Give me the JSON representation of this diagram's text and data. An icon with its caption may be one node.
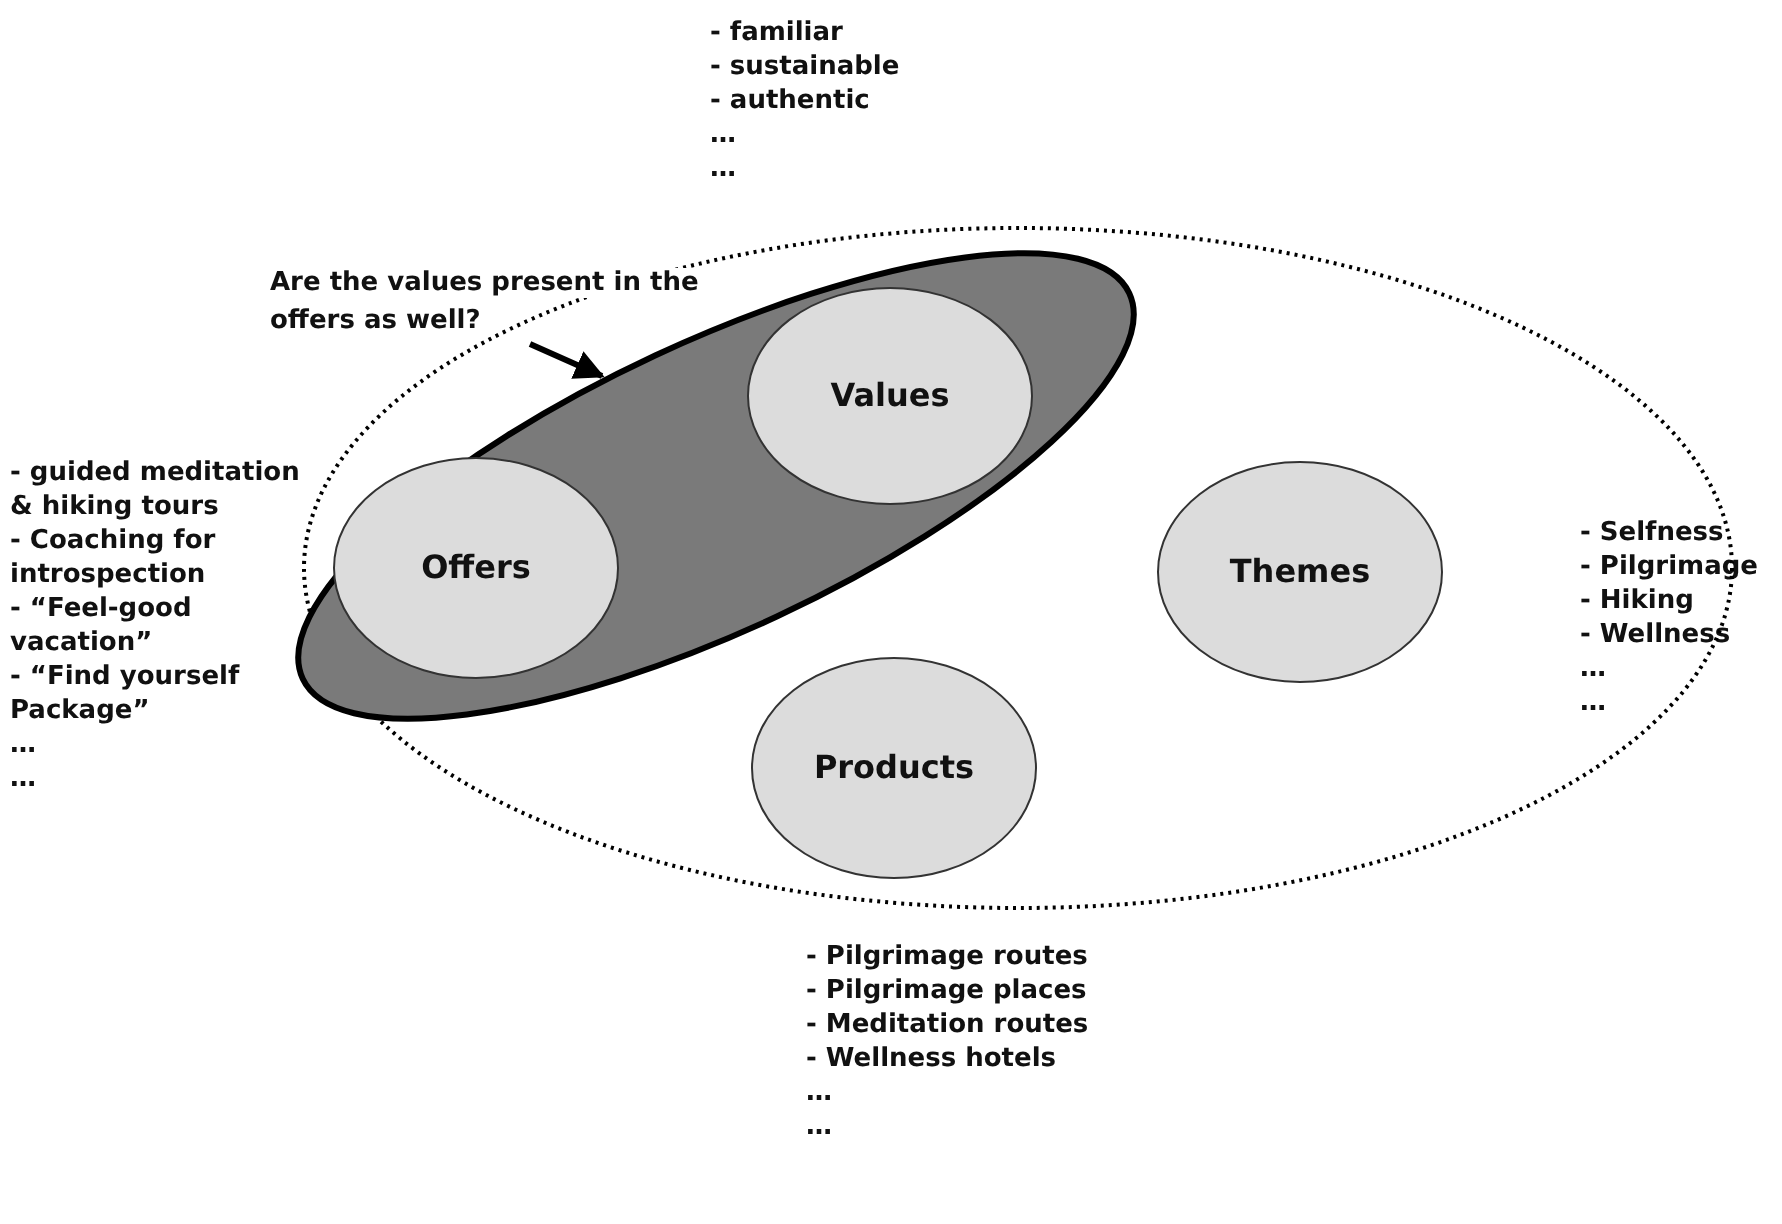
{
  "diagram": {
    "nodes": [
      {
        "text": [
          "Are the values present in the offers as well?"
        ]
      },
      {
        "text": [],
        "shape": "ellipse"
      },
      {
        "text": [],
        "shape": "ellipse",
        "in": 1
      },
      {
        "text": [
          "Values"
        ],
        "in": 2,
        "beside": [
          "- familiar",
          "- sustainable",
          "- authentic",
          "…",
          "…"
        ]
      },
      {
        "text": [
          "Offers"
        ],
        "in": 2,
        "beside": [
          "- guided meditation & hiking tours",
          "- Coaching for introspection",
          "- “Feel-good vacation”",
          "- “Find yourself Package”",
          "…",
          "…"
        ]
      },
      {
        "text": [
          "Themes"
        ],
        "in": 1,
        "beside": [
          "- Selfness",
          "- Pilgrimage",
          "- Hiking",
          "- Wellness",
          "…",
          "…"
        ]
      },
      {
        "text": [
          "Products"
        ],
        "in": 1,
        "beside": [
          "- Pilgrimage routes",
          "- Pilgrimage places",
          "- Meditation routes",
          "- Wellness hotels",
          "…",
          "…"
        ]
      }
    ],
    "edges": [
      {
        "from": 0,
        "to": 2,
        "arrow": "to"
      }
    ]
  }
}
